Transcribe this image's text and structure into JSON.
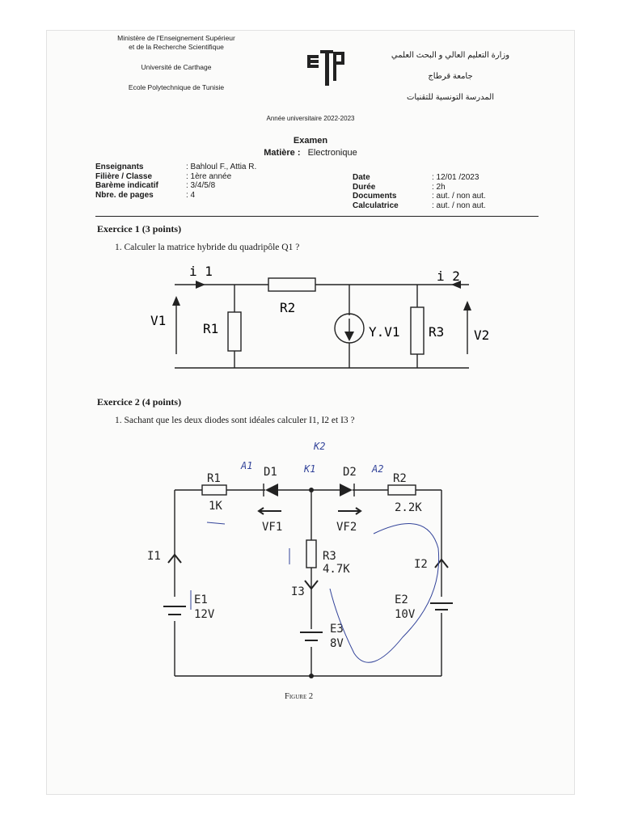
{
  "header": {
    "left": [
      "Ministère de l'Enseignement Supérieur",
      "et de la Recherche Scientifique",
      "Université de Carthage",
      "Ecole Polytechnique de Tunisie"
    ],
    "right": [
      "وزارة التعليم العالي و البحث العلمي",
      "جامعة قرطاج",
      "المدرسة التونسية للتقنيات"
    ],
    "year": "Année universitaire 2022-2023",
    "exam": "Examen",
    "subject_label": "Matière :",
    "subject": "Electronique"
  },
  "info": {
    "left_labels": [
      "Enseignants",
      "Filière / Classe",
      "Barème indicatif",
      "Nbre. de pages"
    ],
    "left_values": [
      ": Bahloul F.,  Attia R.",
      ": 1ère année",
      ": 3/4/5/8",
      ": 4"
    ],
    "right_labels": [
      "Date",
      "Durée",
      "Documents",
      "Calculatrice"
    ],
    "right_values": [
      ": 12/01 /2023",
      ": 2h",
      ": aut. / non  aut.",
      ": aut. / non aut."
    ]
  },
  "ex1": {
    "title": "Exercice 1 (3 points)",
    "q1": "1.   Calculer la matrice hybride du quadripôle Q1 ?",
    "labels": {
      "i1": "i 1",
      "i2": "i 2",
      "v1": "V1",
      "v2": "V2",
      "r1": "R1",
      "r2": "R2",
      "r3": "R3",
      "yv": "Y.V1"
    }
  },
  "ex2": {
    "title": "Exercice 2 (4 points)",
    "q1": "1.   Sachant que les deux diodes sont idéales calculer I1, I2 et I3 ?",
    "labels": {
      "r1": "R1",
      "r1v": "1K",
      "d1": "D1",
      "d2": "D2",
      "r2": "R2",
      "r2v": "2.2K",
      "vf1": "VF1",
      "vf2": "VF2",
      "r3": "R3",
      "r3v": "4.7K",
      "i1": "I1",
      "i2": "I2",
      "i3": "I3",
      "e1": "E1",
      "e1v": "12V",
      "e2": "E2",
      "e2v": "10V",
      "e3": "E3",
      "e3v": "8V"
    },
    "figure": "Figure 2"
  },
  "handwriting": {
    "a1": "A1",
    "k1": "K1",
    "k2": "K2",
    "a2": "A2"
  }
}
